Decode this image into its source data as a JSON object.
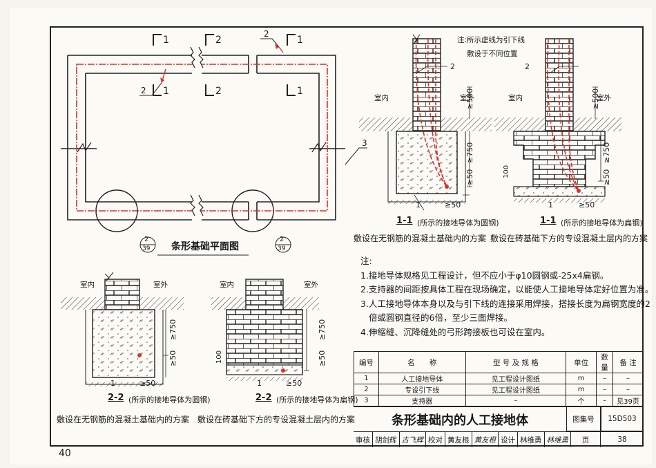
{
  "page_number": "40",
  "plan": {
    "title": "条形基础平面图",
    "section_marks": [
      "1",
      "1",
      "1",
      "1",
      "2",
      "2",
      "2",
      "2"
    ],
    "callout_1": "2",
    "callout_2": "2",
    "callout_3": "3",
    "detail_ref_num": "2",
    "detail_ref_sheet": "39"
  },
  "section11": {
    "note_line1": "注:所示虚线为引下线",
    "note_line2": "敷设于不同位置",
    "indoor": "室内",
    "outdoor": "室外",
    "dim_500": "≥500",
    "dim_750": "≥750",
    "dim_50": "≥50",
    "dim_100": "100",
    "dim_b50": "≥50",
    "label_1": "1",
    "label_2": "2",
    "cap_left_code": "1-1",
    "cap_left": "(所示的接地导体为圆钢)",
    "cap_right_code": "1-1",
    "cap_right": "(所示的接地导体为扁钢)",
    "scheme_left": "敷设在无钢筋的混凝土基础内的方案",
    "scheme_right": "敷设在砖基础下方的专设混凝土层内的方案"
  },
  "section22": {
    "indoor": "室内",
    "outdoor": "室外",
    "dim_750": "≥750",
    "dim_50": "≥50",
    "dim_100": "100",
    "dim_b50": "≥50",
    "label_1": "1",
    "cap_left_code": "2-2",
    "cap_left": "(所示的接地导体为圆钢)",
    "cap_right_code": "2-2",
    "cap_right": "(所示的接地导体为扁钢)",
    "scheme_left": "敷设在无钢筋的混凝土基础内的方案",
    "scheme_right": "敷设在砖基础下方的专设混凝土层内的方案"
  },
  "notes": {
    "heading": "注:",
    "items": [
      "1.接地导体规格见工程设计，但不应小于φ10圆钢或-25x4扁钢。",
      "2.支持器的间距按具体工程在现场确定，以能使人工接地导体定好位置为准。",
      "3.人工接地导体本身以及与引下线的连接采用焊接，搭接长度为扁钢宽度的2",
      "  倍或圆钢直径的6倍，至少三面焊接。",
      "4.伸缩缝、沉降缝处的弓形跨接板也可设在室内。"
    ]
  },
  "table": {
    "headers": [
      "编号",
      "名　　称",
      "型 号 及 规 格",
      "单位",
      "数量",
      "备 注"
    ],
    "rows": [
      [
        "1",
        "人工接地导体",
        "见工程设计图纸",
        "m",
        "–",
        "–"
      ],
      [
        "2",
        "专设引下线",
        "见工程设计图纸",
        "m",
        "–",
        "–"
      ],
      [
        "3",
        "支持器",
        "–",
        "个",
        "–",
        "见39页"
      ]
    ]
  },
  "titleblock": {
    "title": "条形基础内的人工接地体",
    "atlas_label": "图集号",
    "atlas_value": "15D503",
    "page_label": "页",
    "page_value": "38",
    "review_label": "审核",
    "review_name": "胡剑辉",
    "review_sig": "古飞辉",
    "check_label": "校对",
    "check_name": "黄友根",
    "check_sig": "黄友根",
    "design_label": "设计",
    "design_name": "林维勇",
    "design_sig": "林维勇"
  },
  "colors": {
    "red": "#d8322c",
    "ink": "#1a1a1a",
    "paper": "#fbfaf5"
  }
}
